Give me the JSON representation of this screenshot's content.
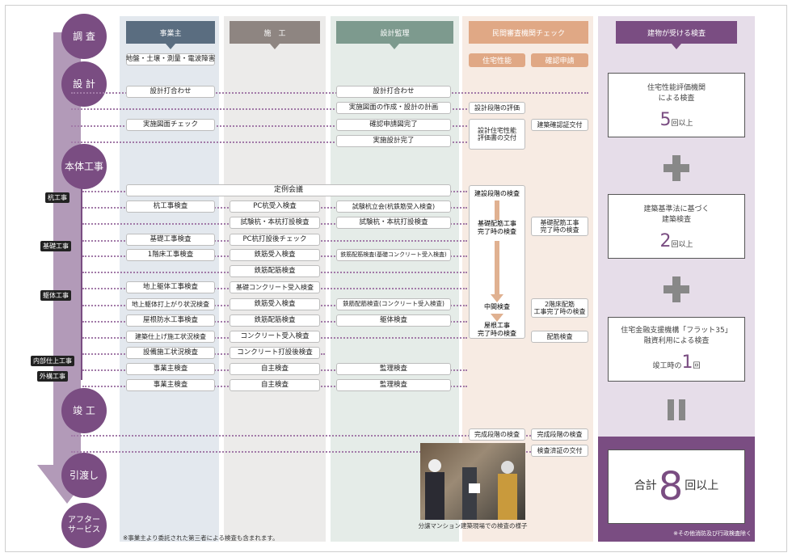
{
  "phases": [
    "調 査",
    "設 計",
    "本体工事",
    "竣 工",
    "引渡し",
    "アフター\nサービス"
  ],
  "headers": {
    "owner": "事業主",
    "construction": "施　工",
    "supervision": "設計監理",
    "inspection": "民間審査機関チェック",
    "housing": "住宅性能",
    "confirm": "確認申請",
    "building": "建物が受ける検査"
  },
  "sub_tags": [
    "杭工事",
    "基礎工事",
    "躯体工事",
    "内部仕上工事",
    "外構工事"
  ],
  "owner_items": [
    "地盤・土壌・測量・電波障害",
    "設計打合わせ",
    "実施図面チェック",
    "杭工事検査",
    "基礎工事検査",
    "1階床工事検査",
    "地上躯体工事検査",
    "地上躯体打上がり状況検査",
    "屋根防水工事検査",
    "建築仕上げ施工状況検査",
    "設備施工状況検査",
    "事業主検査",
    "事業主検査"
  ],
  "regular_meeting": "定例会議",
  "construction_items": [
    "PC杭受入検査",
    "試験杭・本杭打設検査",
    "PC杭打設後チェック",
    "鉄筋受入検査",
    "鉄筋配筋検査",
    "基礎コンクリート受入検査",
    "鉄筋受入検査",
    "鉄筋配筋検査",
    "コンクリート受入検査",
    "コンクリート打設後検査",
    "自主検査",
    "自主検査"
  ],
  "supervision_items": [
    "設計打合わせ",
    "実施図面の作成・設計の計画",
    "確認申請図完了",
    "実施設計完了",
    "試験杭立会(杭鉄筋受入検査)",
    "試験杭・本杭打設検査",
    "鉄筋配筋検査(基礎コンクリート受入検査)",
    "鉄筋配筋検査(コンクリート受入検査)",
    "躯体検査",
    "監理検査",
    "監理検査"
  ],
  "housing_items": [
    "設計段階の評価",
    "設計住宅性能\n評価書の交付",
    "建設段階の検査",
    "基礎配筋工事\n完了時の検査",
    "中間検査",
    "屋根工事\n完了時の検査",
    "完成段階の検査"
  ],
  "confirm_items": [
    "建築確認証交付",
    "基礎配筋工事\n完了時の検査",
    "2階床配筋\n工事完了時の検査",
    "配筋検査",
    "完成段階の検査",
    "検査済証の交付"
  ],
  "photo_caption": "分譲マンション建築現場での検査の様子",
  "right": {
    "b1": "住宅性能評価機関\nによる検査",
    "b1n": "5",
    "b2": "建築基準法に基づく\n建築検査",
    "b2n": "2",
    "b3": "住宅金融支援機構「フラット35」\n融資利用による検査",
    "b3w": "竣工時の",
    "b3n": "1",
    "unit_more": "回以上",
    "unit": "回",
    "total_label": "合計",
    "total_n": "8",
    "total_unit": "回以上",
    "note": "※その他消防及び行政検査除く"
  },
  "footnote": "※事業主より委託された第三者による検査も含まれます。"
}
